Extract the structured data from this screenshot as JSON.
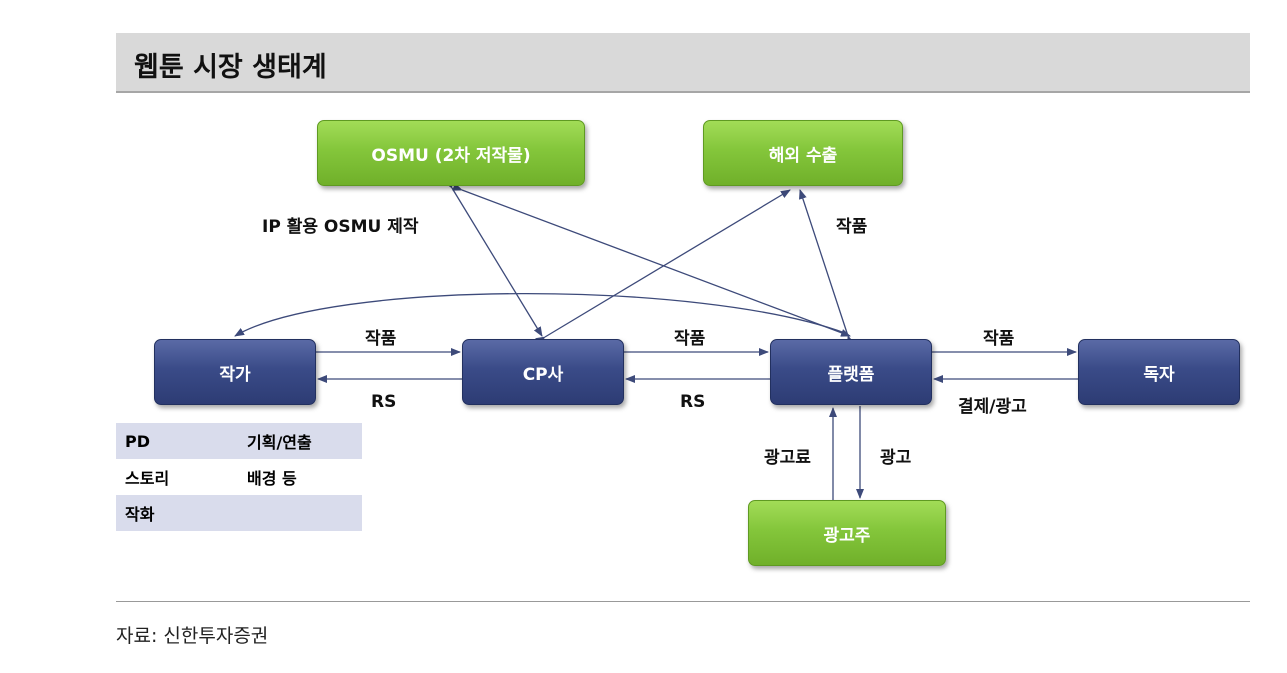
{
  "header": {
    "title": "웹툰 시장 생태계"
  },
  "nodes": {
    "osmu": "OSMU (2차 저작물)",
    "overseas": "해외 수출",
    "author": "작가",
    "cp": "CP사",
    "platform": "플랫폼",
    "reader": "독자",
    "advertiser": "광고주"
  },
  "edge_labels": {
    "ip_osmu": "IP 활용 OSMU 제작",
    "overseas_work": "작품",
    "author_cp_work": "작품",
    "cp_author_rs": "RS",
    "cp_platform_work": "작품",
    "platform_cp_rs": "RS",
    "platform_reader_work": "작품",
    "reader_platform_pay": "결제/광고",
    "ad_fee": "광고료",
    "ad": "광고"
  },
  "roles_table": {
    "rows": [
      {
        "c1": "PD",
        "c2": "기획/연출"
      },
      {
        "c1": "스토리",
        "c2": "배경 등"
      },
      {
        "c1": "작화",
        "c2": ""
      }
    ]
  },
  "source": "자료: 신한투자증권",
  "colors": {
    "node_blue": "#3a4b88",
    "node_green": "#84c63b",
    "arrow": "#3d4a7a",
    "header_band": "#d9d9d9"
  }
}
